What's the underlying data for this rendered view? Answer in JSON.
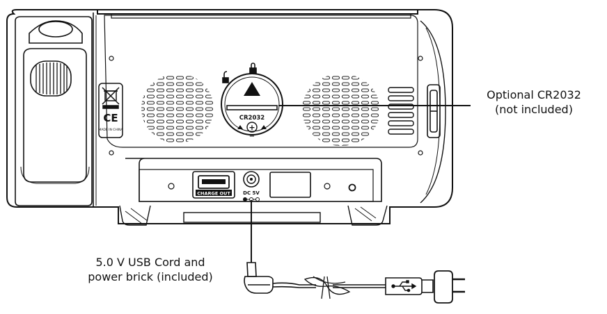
{
  "callouts": {
    "battery_line1": "Optional CR2032",
    "battery_line2": "(not included)",
    "usb_line1": "5.0 V USB Cord and",
    "usb_line2": "power brick (included)"
  },
  "device_labels": {
    "battery_model": "CR2032",
    "charge_port": "CHARGE OUT",
    "dc_input": "DC 5V",
    "made_in": "MADE IN CHINA",
    "ce_mark": "CE",
    "plus": "+",
    "minus": "−"
  }
}
